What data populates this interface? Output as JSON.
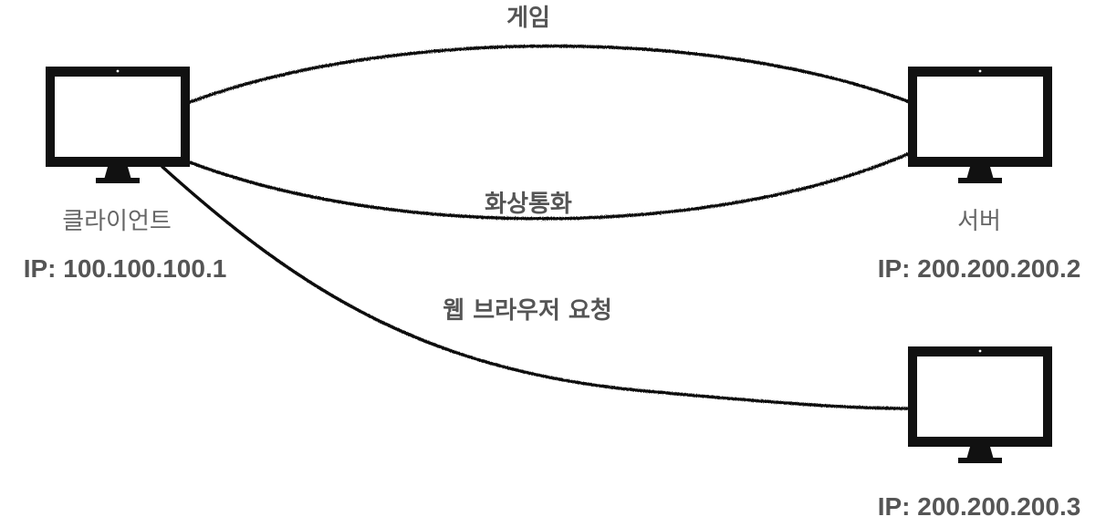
{
  "connections": [
    {
      "label": "게임"
    },
    {
      "label": "화상통화"
    },
    {
      "label": "웹 브라우저 요청"
    }
  ],
  "nodes": {
    "client": {
      "name": "클라이언트",
      "ip": "IP: 100.100.100.1"
    },
    "server": {
      "name": "서버",
      "ip": "IP: 200.200.200.2"
    },
    "web_server": {
      "ip": "IP: 200.200.200.3"
    }
  },
  "colors": {
    "line": "#111111",
    "label": "#555555",
    "name": "#666666"
  }
}
